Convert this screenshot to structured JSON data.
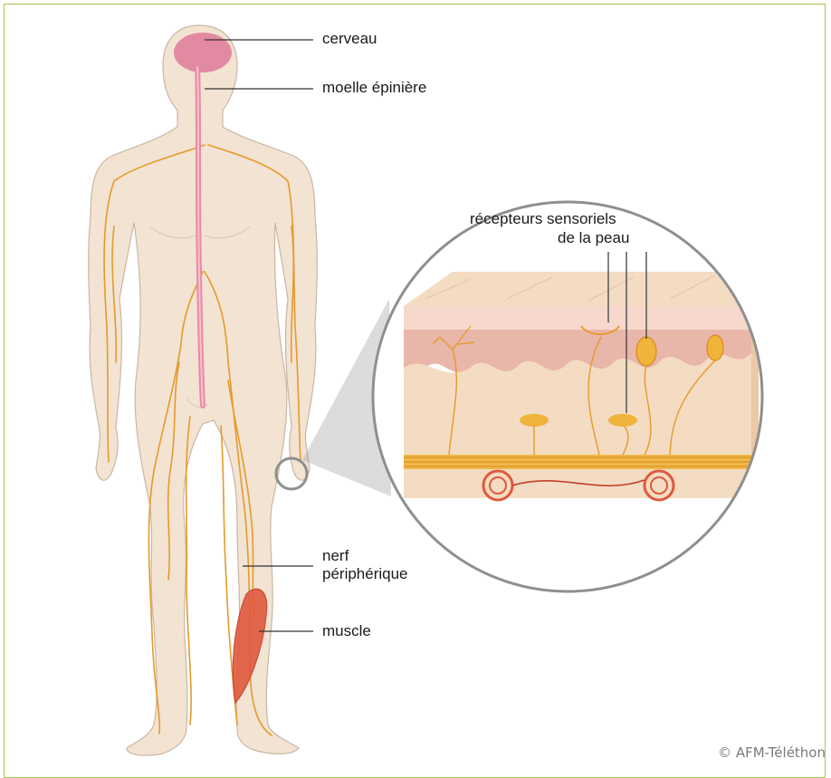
{
  "labels": {
    "brain": "cerveau",
    "spinal_cord": "moelle épinière",
    "receptors_line1": "récepteurs sensoriels",
    "receptors_line2": "de la peau",
    "nerve_line1": "nerf",
    "nerve_line2": "périphérique",
    "muscle": "muscle"
  },
  "credit": "© AFM-Téléthon",
  "colors": {
    "frame": "#a8c64a",
    "body_fill": "#f2e3d3",
    "body_outline": "#c9b7a4",
    "nerve": "#e69a2a",
    "brain": "#e07a9a",
    "spinal_cord": "#e98aa6",
    "muscle": "#e0593e",
    "magnifier_ring": "#8f8f8f",
    "dermis": "#f0c9c0",
    "receptor": "#f0b43a"
  }
}
